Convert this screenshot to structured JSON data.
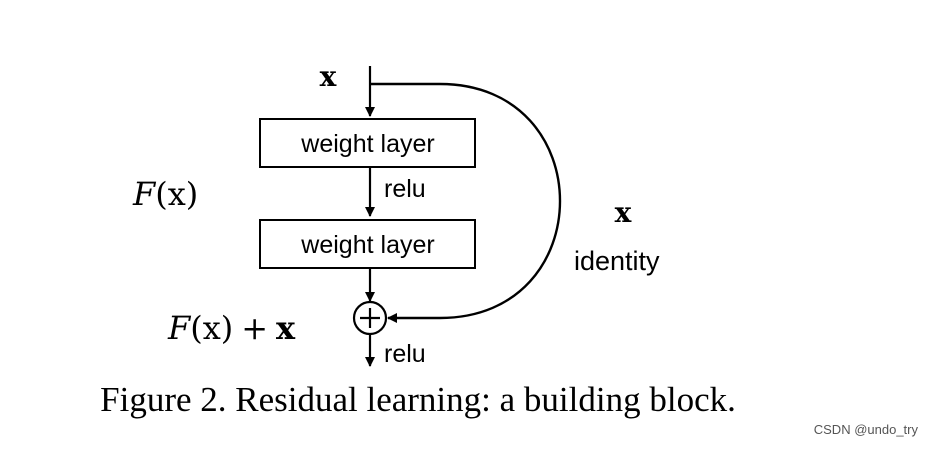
{
  "diagram": {
    "input_label": "x",
    "layer1_label": "weight layer",
    "layer2_label": "weight layer",
    "relu_mid_label": "relu",
    "relu_out_label": "relu",
    "identity_x_label": "x",
    "identity_label": "identity",
    "fx_script": "F",
    "fx_rest": "(x)",
    "sum_script": "F",
    "sum_paren": "(x)",
    "sum_plus": "+",
    "sum_x": "x",
    "adder_symbol": "+"
  },
  "caption": "Figure 2. Residual learning: a building block.",
  "watermark": "CSDN @undo_try"
}
